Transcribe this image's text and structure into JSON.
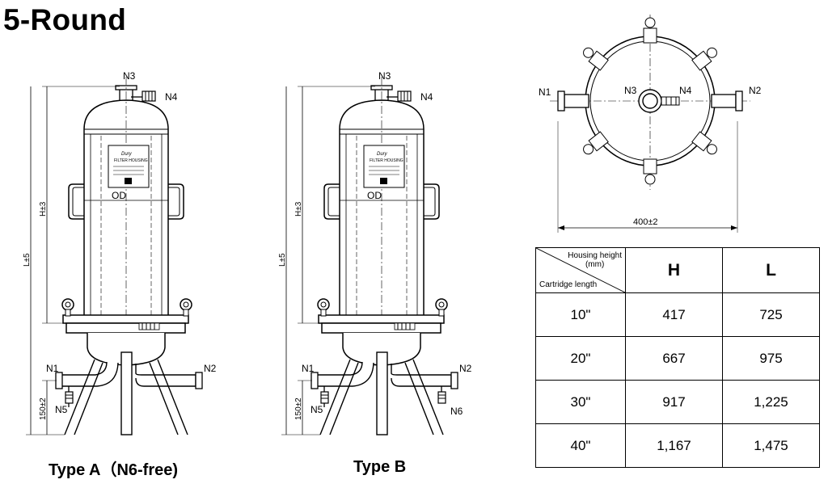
{
  "title": "5-Round",
  "captions": {
    "type_a": "Type A（N6-free)",
    "type_b": "Type B"
  },
  "nozzles": {
    "n1": "N1",
    "n2": "N2",
    "n3": "N3",
    "n4": "N4",
    "n5": "N5",
    "n6": "N6"
  },
  "dimensions": {
    "height": "H±3",
    "length": "L±5",
    "outer_diameter": "OD",
    "leg_height": "150±2",
    "top_width": "400±2"
  },
  "nameplate": {
    "brand": "Dury",
    "heading": "FILTER HOUSING"
  },
  "table": {
    "corner_top_line1": "Housing height",
    "corner_top_line2": "(mm)",
    "corner_bottom": "Cartridge length",
    "headers": [
      "H",
      "L"
    ],
    "rows": [
      {
        "length": "10\"",
        "h": "417",
        "l": "725"
      },
      {
        "length": "20\"",
        "h": "667",
        "l": "975"
      },
      {
        "length": "30\"",
        "h": "917",
        "l": "1,225"
      },
      {
        "length": "40\"",
        "h": "1,167",
        "l": "1,475"
      }
    ]
  }
}
